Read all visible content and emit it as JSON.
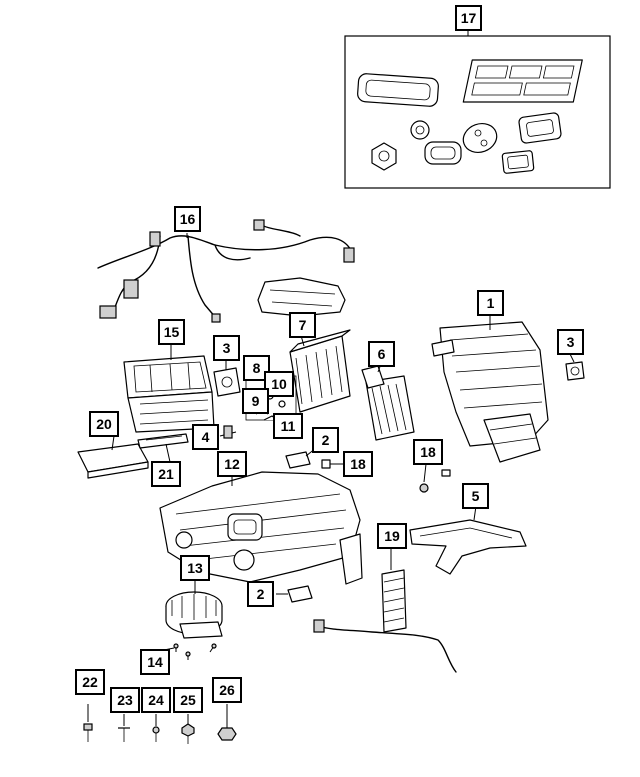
{
  "callouts": {
    "c1": "1",
    "c2a": "2",
    "c2b": "2",
    "c3a": "3",
    "c3b": "3",
    "c4": "4",
    "c5": "5",
    "c6": "6",
    "c7": "7",
    "c8": "8",
    "c9": "9",
    "c10": "10",
    "c11": "11",
    "c12": "12",
    "c13": "13",
    "c14": "14",
    "c15": "15",
    "c16": "16",
    "c17": "17",
    "c18a": "18",
    "c18b": "18",
    "c19": "19",
    "c20": "20",
    "c21": "21",
    "c22": "22",
    "c23": "23",
    "c24": "24",
    "c25": "25",
    "c26": "26"
  }
}
